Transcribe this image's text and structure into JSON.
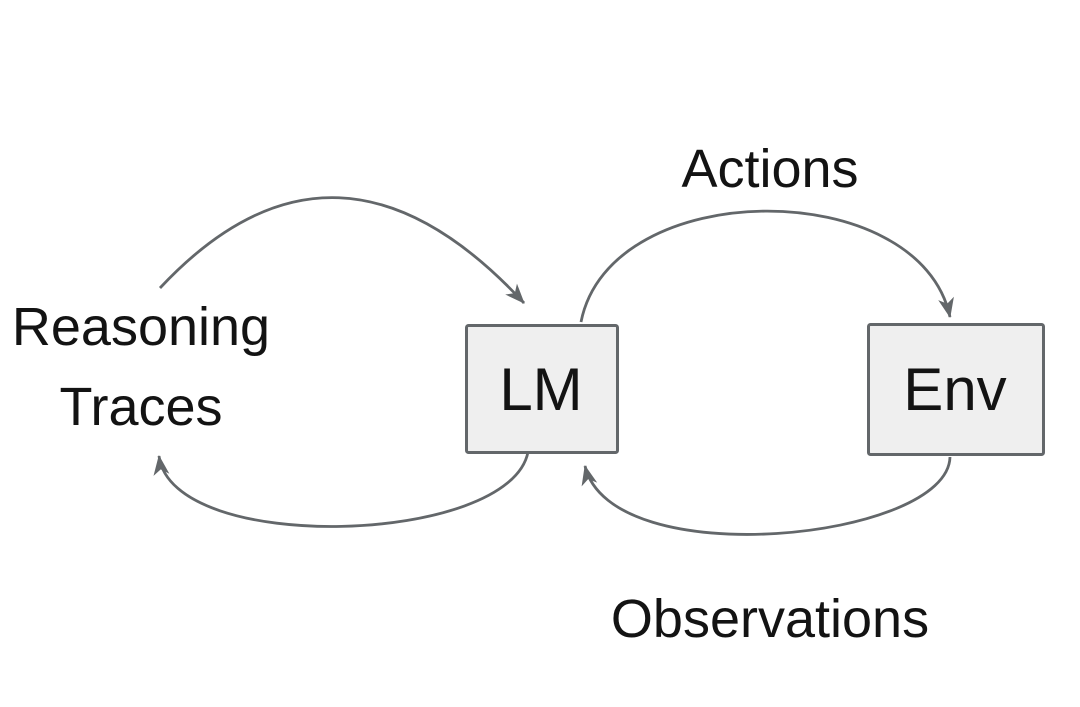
{
  "diagram": {
    "title": "LM-Environment interaction loop with reasoning traces",
    "nodes": {
      "lm": {
        "label": "LM"
      },
      "env": {
        "label": "Env"
      }
    },
    "labels": {
      "reasoning_line1": "Reasoning",
      "reasoning_line2": "Traces",
      "actions": "Actions",
      "observations": "Observations"
    },
    "edges": [
      {
        "name": "reasoning-to-lm",
        "from": "reasoning-traces",
        "to": "lm",
        "direction": "clockwise-top"
      },
      {
        "name": "lm-to-reasoning",
        "from": "lm",
        "to": "reasoning-traces",
        "direction": "clockwise-bottom"
      },
      {
        "name": "lm-to-env-actions",
        "from": "lm",
        "to": "env",
        "label": "Actions"
      },
      {
        "name": "env-to-lm-observations",
        "from": "env",
        "to": "lm",
        "label": "Observations"
      }
    ],
    "colors": {
      "background": "#ffffff",
      "box_fill": "#efefef",
      "box_border": "#63676a",
      "arrow": "#63676a",
      "text": "#131313"
    }
  }
}
